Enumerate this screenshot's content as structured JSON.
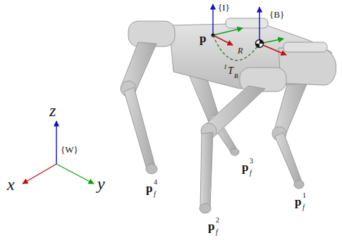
{
  "diagram": {
    "labels": [
      "z",
      "{W}",
      "x",
      "y",
      "{I}",
      "{B}",
      "p",
      "R",
      "I",
      "T",
      "B",
      "p",
      "f",
      "1",
      "p",
      "f",
      "2",
      "p",
      "f",
      "3",
      "p",
      "f",
      "4"
    ]
  }
}
